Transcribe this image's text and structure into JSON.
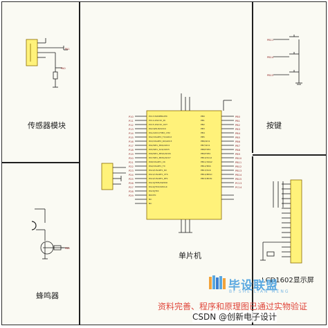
{
  "sections": {
    "sensor": "传感器模块",
    "buttons": "按键",
    "buzzer": "蜂鸣器",
    "mcu": "单片机",
    "lcd": "LCD1602显示屏"
  },
  "watermark": {
    "brand": "毕设联盟",
    "brand_sub": "BI SHE LIAN MENG",
    "red_text": "资料完善、程序和原理图已通过实物验证",
    "csdn_text": "CSDN @创新电子设计"
  },
  "colors": {
    "wire": "#1a1a1a",
    "net_label": "#8b1a1a",
    "component_fill": "#fff27a",
    "component_border": "#8a6a00",
    "watermark_blue": "#5aa8e0",
    "watermark_red": "#e0473c"
  },
  "icons": {
    "brand_logo": "book-icon"
  }
}
